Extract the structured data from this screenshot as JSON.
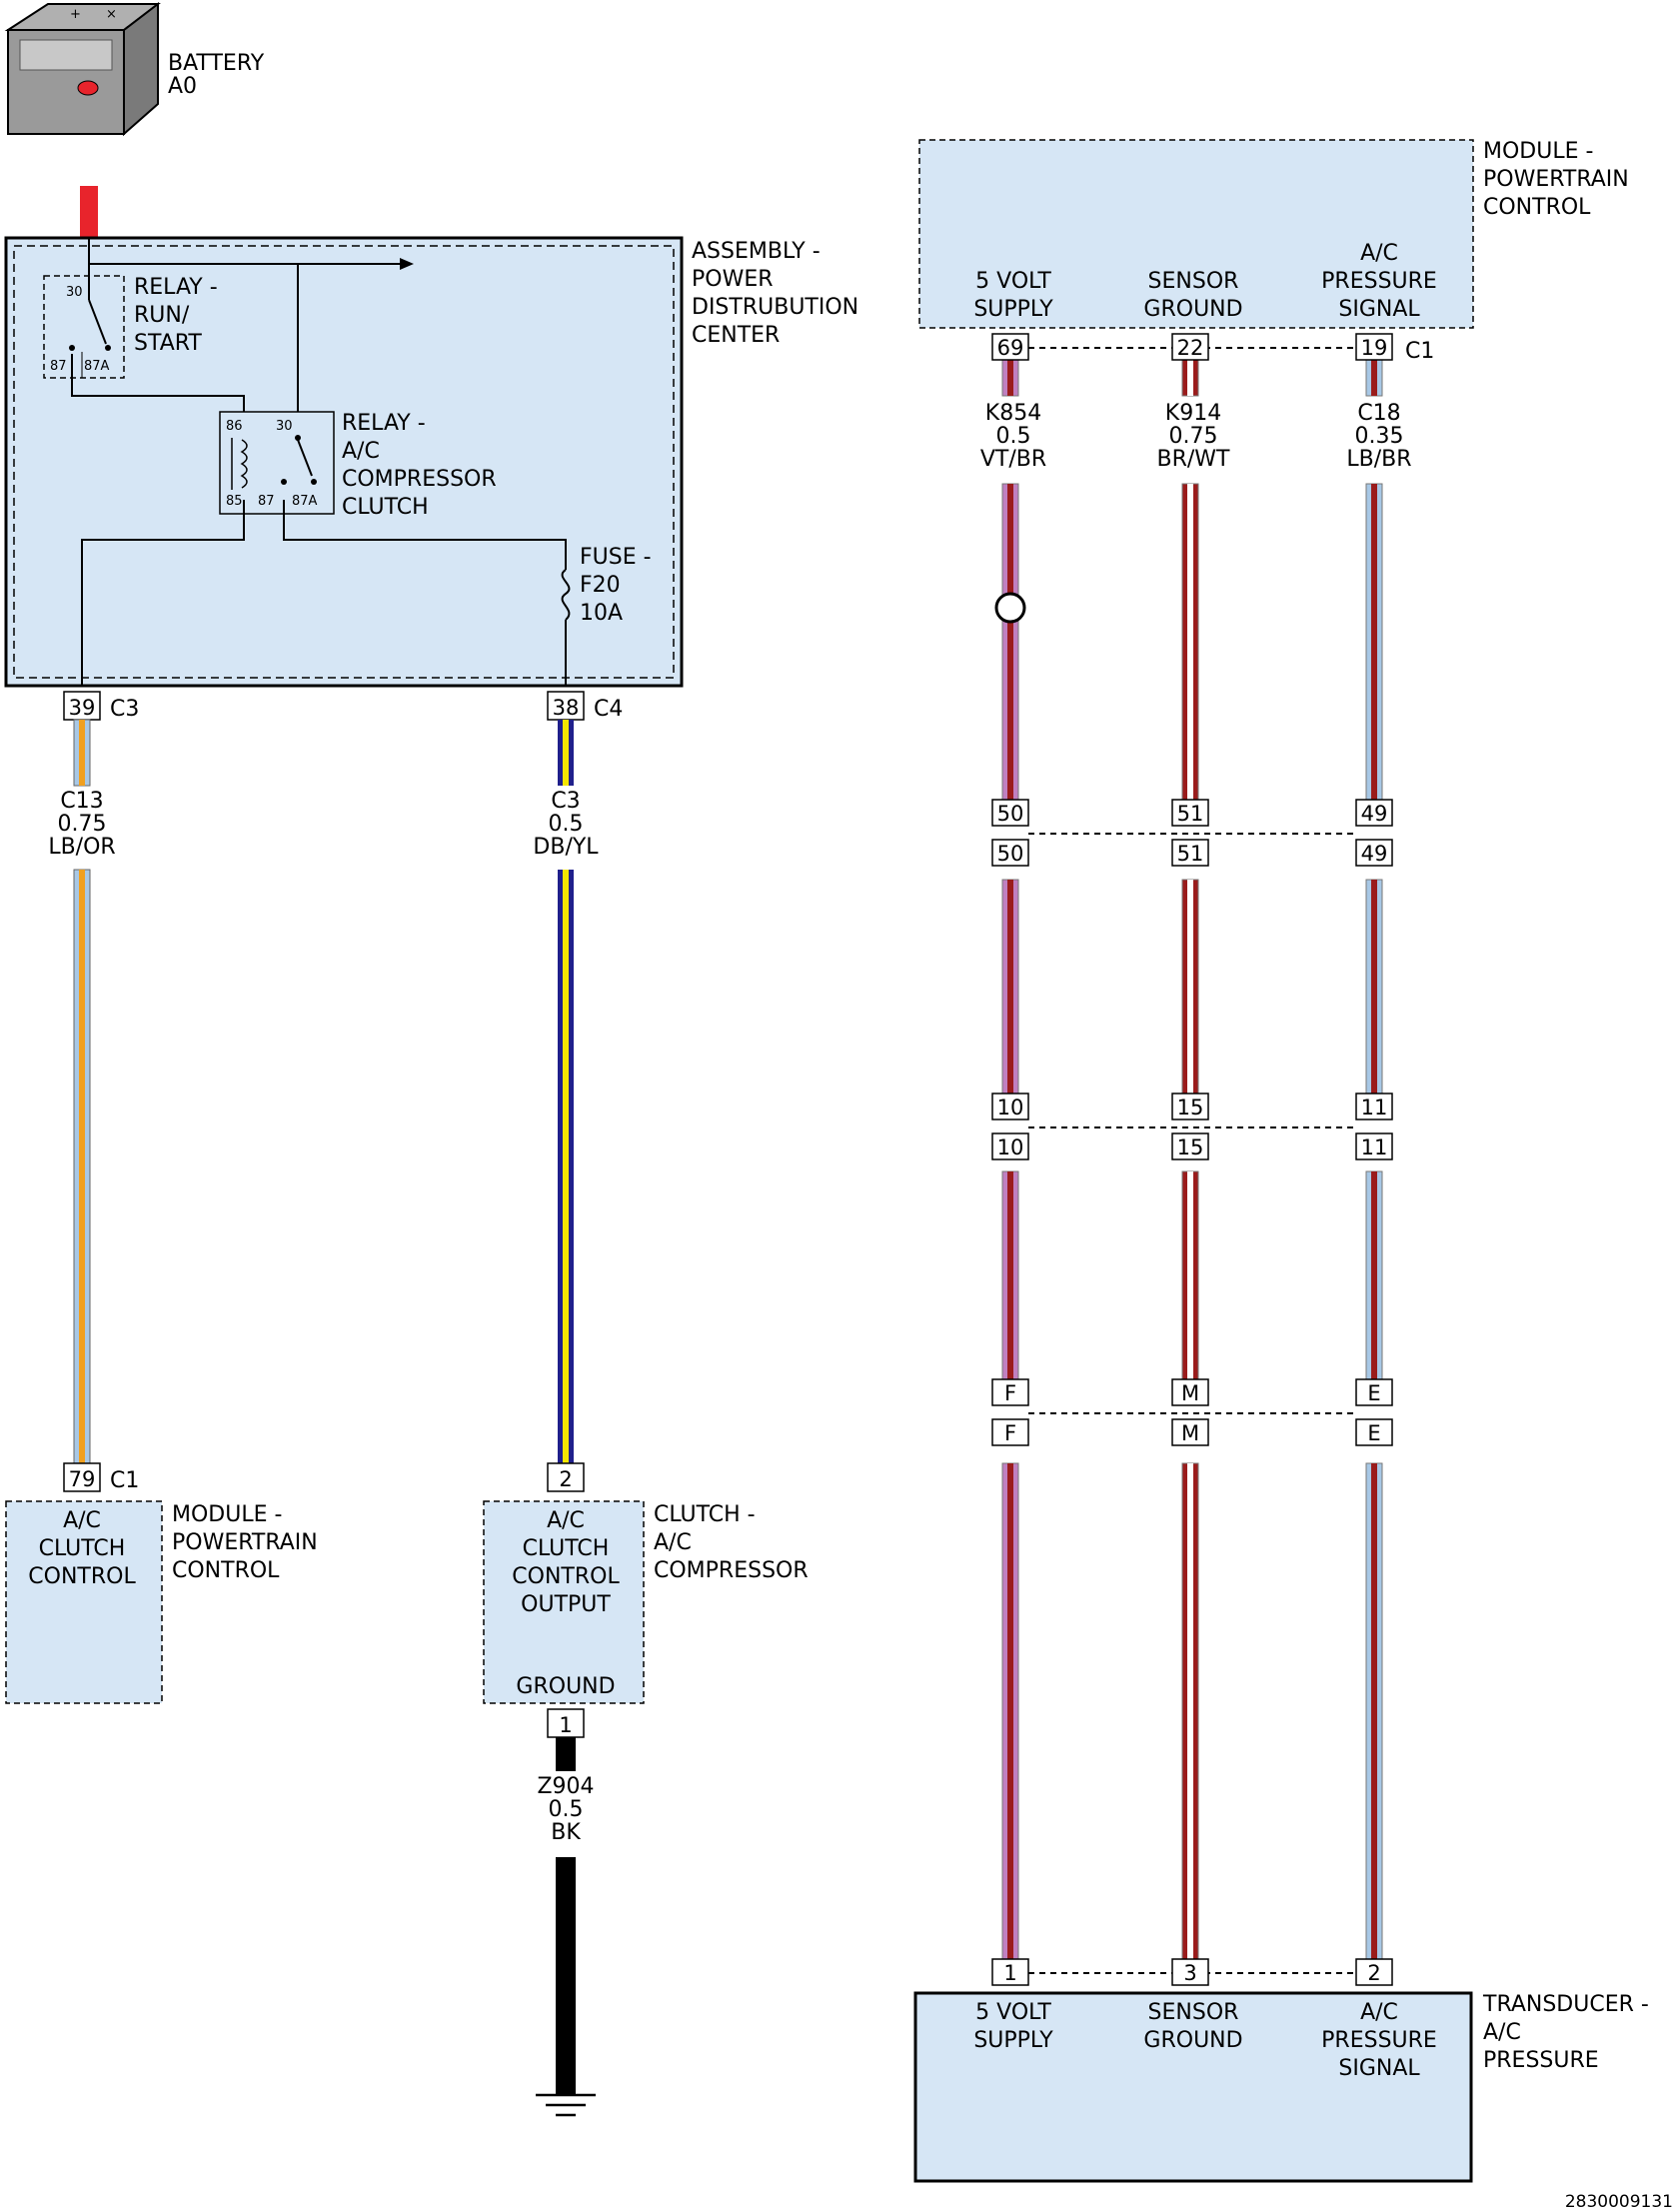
{
  "battery": {
    "lines": [
      "BATTERY",
      "A0"
    ]
  },
  "pdc": {
    "lines": [
      "ASSEMBLY -",
      "POWER",
      "DISTRUBUTION",
      "CENTER"
    ],
    "relay_run": {
      "lines": [
        "RELAY -",
        "RUN/",
        "START"
      ],
      "pins": [
        "30",
        "87",
        "87A"
      ]
    },
    "relay_ac": {
      "lines": [
        "RELAY -",
        "A/C",
        "COMPRESSOR",
        "CLUTCH"
      ],
      "pins": [
        "86",
        "30",
        "85",
        "87",
        "87A"
      ]
    },
    "fuse": {
      "lines": [
        "FUSE -",
        "F20",
        "10A"
      ]
    }
  },
  "connectors": {
    "pdc_39": {
      "pin": "39",
      "ref": "C3"
    },
    "pdc_38": {
      "pin": "38",
      "ref": "C4"
    },
    "pcm_79": {
      "pin": "79",
      "ref": "C1"
    },
    "clutch_2": {
      "pin": "2"
    },
    "clutch_1": {
      "pin": "1"
    },
    "pcm_top": {
      "pins": [
        "69",
        "22",
        "19"
      ],
      "ref": "C1"
    },
    "inline_a": {
      "pins": [
        "50",
        "51",
        "49"
      ]
    },
    "inline_b": {
      "pins": [
        "10",
        "15",
        "11"
      ]
    },
    "inline_c": {
      "pins": [
        "F",
        "M",
        "E"
      ]
    },
    "transducer": {
      "pins": [
        "1",
        "3",
        "2"
      ]
    }
  },
  "wires": {
    "c13": {
      "lines": [
        "C13",
        "0.75",
        "LB/OR"
      ],
      "colors": [
        "#a8c8e6",
        "#f0a020"
      ]
    },
    "c3": {
      "lines": [
        "C3",
        "0.5",
        "DB/YL"
      ],
      "colors": [
        "#20208c",
        "#f5e600"
      ]
    },
    "z904": {
      "lines": [
        "Z904",
        "0.5",
        "BK"
      ],
      "colors": [
        "#000000"
      ]
    },
    "k854": {
      "lines": [
        "K854",
        "0.5",
        "VT/BR"
      ],
      "colors": [
        "#c080c0",
        "#9a1c1c"
      ]
    },
    "k914": {
      "lines": [
        "K914",
        "0.75",
        "BR/WT"
      ],
      "colors": [
        "#9a1c1c",
        "#ffffff"
      ]
    },
    "c18": {
      "lines": [
        "C18",
        "0.35",
        "LB/BR"
      ],
      "colors": [
        "#a8c8e6",
        "#9a1c1c"
      ]
    }
  },
  "pcm_left": {
    "title_lines": [
      "MODULE -",
      "POWERTRAIN",
      "CONTROL"
    ],
    "inner_lines": [
      "A/C",
      "CLUTCH",
      "CONTROL"
    ]
  },
  "clutch": {
    "title_lines": [
      "CLUTCH -",
      "A/C",
      "COMPRESSOR"
    ],
    "inner_lines": [
      "A/C",
      "CLUTCH",
      "CONTROL",
      "OUTPUT"
    ],
    "ground_label": "GROUND"
  },
  "pcm_right": {
    "title_lines": [
      "MODULE -",
      "POWERTRAIN",
      "CONTROL"
    ],
    "pin_labels": [
      [
        "5 VOLT",
        "SUPPLY"
      ],
      [
        "SENSOR",
        "GROUND"
      ],
      [
        "A/C",
        "PRESSURE",
        "SIGNAL"
      ]
    ]
  },
  "transducer": {
    "title_lines": [
      "TRANSDUCER -",
      "A/C",
      "PRESSURE"
    ],
    "pin_labels": [
      [
        "5 VOLT",
        "SUPPLY"
      ],
      [
        "SENSOR",
        "GROUND"
      ],
      [
        "A/C",
        "PRESSURE",
        "SIGNAL"
      ]
    ]
  },
  "doc_id": "2830009131",
  "colors": {
    "module_fill": "#d6e6f5",
    "battery_red": "#e8242c"
  }
}
